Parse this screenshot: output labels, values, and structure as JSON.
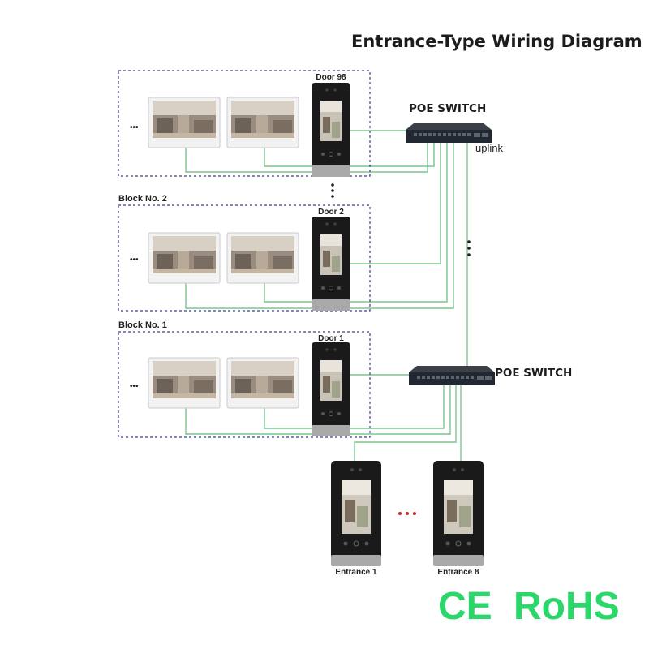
{
  "diagram": {
    "title": "Entrance-Type Wiring Diagram",
    "switch_top_label": "POE SWITCH",
    "switch_bottom_label": "POE SWITCH",
    "uplink_label": "uplink",
    "blocks": [
      {
        "label": "",
        "door": "Door 98"
      },
      {
        "label": "Block No. 2",
        "door": "Door 2"
      },
      {
        "label": "Block No. 1",
        "door": "Door 1"
      }
    ],
    "entrances": [
      "Entrance 1",
      "Entrance 8"
    ],
    "ellipsis": "•••",
    "certifications": {
      "ce": "CE",
      "rohs": "RoHS"
    },
    "colors": {
      "wire": "#7cc58e",
      "block_border": "#3b3f8f",
      "cert": "#2bd66a",
      "dots_red": "#d22020"
    }
  }
}
